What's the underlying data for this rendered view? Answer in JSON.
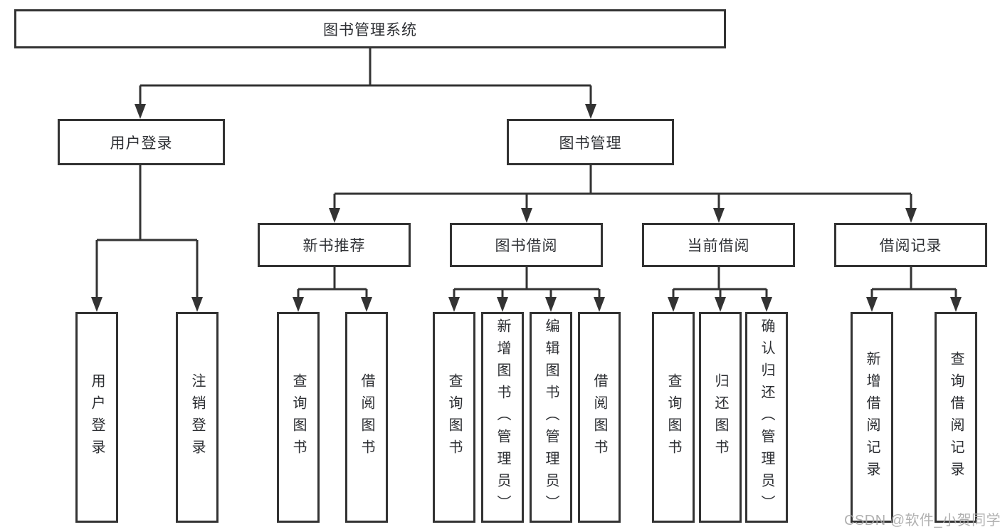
{
  "diagram": {
    "root": {
      "label": "图书管理系统"
    },
    "branches": [
      {
        "label": "用户登录",
        "children": [
          {
            "label": "用户登录"
          },
          {
            "label": "注销登录"
          }
        ]
      },
      {
        "label": "图书管理",
        "children": [
          {
            "label": "新书推荐",
            "children": [
              {
                "label": "查询图书"
              },
              {
                "label": "借阅图书"
              }
            ]
          },
          {
            "label": "图书借阅",
            "children": [
              {
                "label": "查询图书"
              },
              {
                "label": "新增图书（管理员）"
              },
              {
                "label": "编辑图书（管理员）"
              },
              {
                "label": "借阅图书"
              }
            ]
          },
          {
            "label": "当前借阅",
            "children": [
              {
                "label": "查询图书"
              },
              {
                "label": "归还图书"
              },
              {
                "label": "确认归还（管理员）"
              }
            ]
          },
          {
            "label": "借阅记录",
            "children": [
              {
                "label": "新增借阅记录"
              },
              {
                "label": "查询借阅记录"
              }
            ]
          }
        ]
      }
    ]
  },
  "watermark": {
    "text": "CSDN @软件_小贺同学"
  },
  "colors": {
    "line": "#333333",
    "text": "#2d2f33",
    "background": "#ffffff",
    "watermark": "#a8a8a8"
  }
}
